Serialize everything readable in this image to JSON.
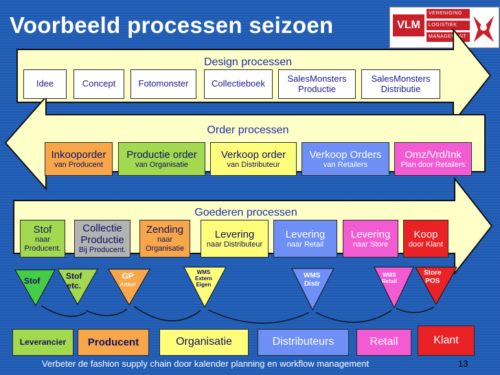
{
  "title": "Voorbeeld processen seizoen",
  "logo": {
    "main": "VLM",
    "lines": [
      "VERENIGING",
      "LOGISTIEK",
      "MANAGEMENT"
    ]
  },
  "bands": {
    "design": {
      "label": "Design processen",
      "items": [
        {
          "l1": "Idee"
        },
        {
          "l1": "Concept"
        },
        {
          "l1": "Fotomonster"
        },
        {
          "l1": "Collectieboek"
        },
        {
          "l1": "SalesMonsters",
          "l2": "Productie"
        },
        {
          "l1": "SalesMonsters",
          "l2": "Distributie"
        }
      ]
    },
    "order": {
      "label": "Order processen",
      "items": [
        {
          "l1": "Inkooporder",
          "l2": "van Producent"
        },
        {
          "l1": "Productie order",
          "l2": "van Organisatie"
        },
        {
          "l1": "Verkoop order",
          "l2": "van Distributeur"
        },
        {
          "l1": "Verkoop Orders",
          "l2": "van Retailers"
        },
        {
          "l1": "Omz/Vrd/Ink",
          "l2": "Plan door Retailers"
        }
      ]
    },
    "goederen": {
      "label": "Goederen processen",
      "items": [
        {
          "l1": "Stof",
          "l2a": "naar",
          "l2b": "Producent."
        },
        {
          "l1": "Collectie",
          "l1b": "Productie",
          "l2": "Bij Producent."
        },
        {
          "l1": "Zending",
          "l2a": "naar",
          "l2b": "Organisatie"
        },
        {
          "l1": "Levering",
          "l2": "naar Distributeur"
        },
        {
          "l1": "Levering",
          "l2": "naar Retail"
        },
        {
          "l1": "Levering",
          "l2": "naar Store"
        },
        {
          "l1": "Koop",
          "l2": "door Klant"
        }
      ]
    }
  },
  "stocks": [
    {
      "l1": "Stof"
    },
    {
      "l1": "Stof",
      "l2": "etc."
    },
    {
      "l1": "GP",
      "l2": "Artikel"
    },
    {
      "l1": "WMS",
      "l2": "Extern",
      "l3": "Eigen"
    },
    {
      "l1": "WMS",
      "l2": "Distr"
    },
    {
      "l1": "WMS",
      "l2": "Retail"
    },
    {
      "l1": "Store",
      "l2": "POS"
    }
  ],
  "parties": [
    "Leverancier",
    "Producent",
    "Organisatie",
    "Distributeurs",
    "Retail",
    "Klant"
  ],
  "footer": "Verbeter de fashion supply chain door kalender planning en workflow management",
  "page_number": "13"
}
